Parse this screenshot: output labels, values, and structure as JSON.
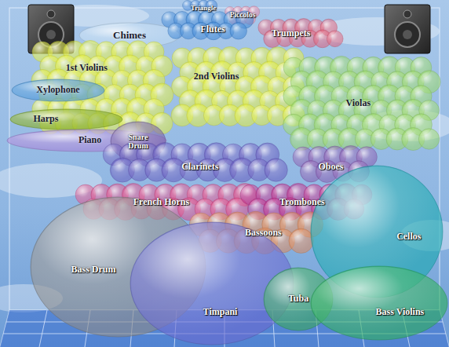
{
  "diagram": {
    "nodes": [
      {
        "text": [
          "Triangle"
        ]
      },
      {
        "text": [
          "Piccolos"
        ]
      },
      {
        "text": [
          "Chimes"
        ]
      },
      {
        "text": [
          "Flutes"
        ]
      },
      {
        "text": [
          "Trumpets"
        ]
      },
      {
        "text": [
          "1st Violins"
        ]
      },
      {
        "text": [
          "2nd Violins"
        ]
      },
      {
        "text": [
          "Xylophone"
        ]
      },
      {
        "text": [
          "Violas"
        ]
      },
      {
        "text": [
          "Harps"
        ]
      },
      {
        "text": [
          "Piano"
        ]
      },
      {
        "text": [
          "Snare Drum"
        ]
      },
      {
        "text": [
          "Clarinets"
        ]
      },
      {
        "text": [
          "Oboes"
        ]
      },
      {
        "text": [
          "French Horns"
        ]
      },
      {
        "text": [
          "Trombones"
        ]
      },
      {
        "text": [
          "Bassoons"
        ]
      },
      {
        "text": [
          "Cellos"
        ]
      },
      {
        "text": [
          "Bass Drum"
        ]
      },
      {
        "text": [
          "Timpani"
        ]
      },
      {
        "text": [
          "Tuba"
        ]
      },
      {
        "text": [
          "Bass Violins"
        ]
      }
    ]
  }
}
